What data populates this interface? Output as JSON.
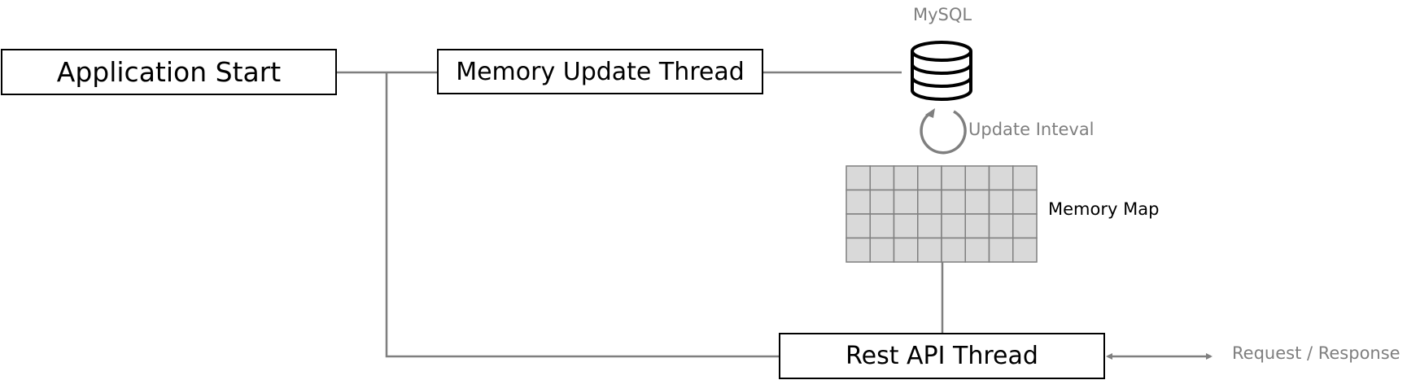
{
  "nodes": {
    "application_start": "Application Start",
    "memory_update_thread": "Memory Update Thread",
    "rest_api_thread": "Rest API Thread"
  },
  "labels": {
    "mysql": "MySQL",
    "update_interval": "Update Inteval",
    "memory_map": "Memory Map",
    "request_response": "Request / Response"
  },
  "icons": {
    "database": "database-icon",
    "refresh": "refresh-cycle-icon",
    "grid": "memory-grid"
  },
  "memory_map_grid": {
    "rows": 4,
    "cols": 8
  },
  "colors": {
    "connector": "#7f7f7f",
    "box_border": "#000000",
    "grid_fill": "#d9d9d9",
    "grid_line": "#7f7f7f",
    "muted_text": "#7f7f7f"
  }
}
